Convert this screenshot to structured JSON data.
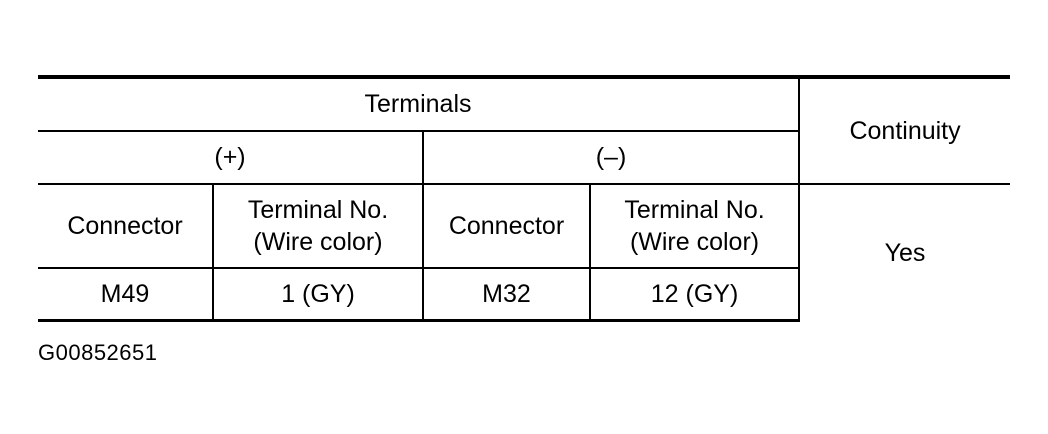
{
  "table": {
    "header_terminals": "Terminals",
    "header_continuity": "Continuity",
    "header_plus": "(+)",
    "header_minus": "(–)",
    "col_connector_plus": "Connector",
    "col_terminal_plus_line1": "Terminal No.",
    "col_terminal_plus_line2": "(Wire color)",
    "col_connector_minus": "Connector",
    "col_terminal_minus_line1": "Terminal No.",
    "col_terminal_minus_line2": "(Wire color)",
    "rows": [
      {
        "connector_plus": "M49",
        "terminal_plus": "1 (GY)",
        "connector_minus": "M32",
        "terminal_minus": "12 (GY)",
        "continuity": "Yes"
      }
    ]
  },
  "figure_id": "G00852651"
}
